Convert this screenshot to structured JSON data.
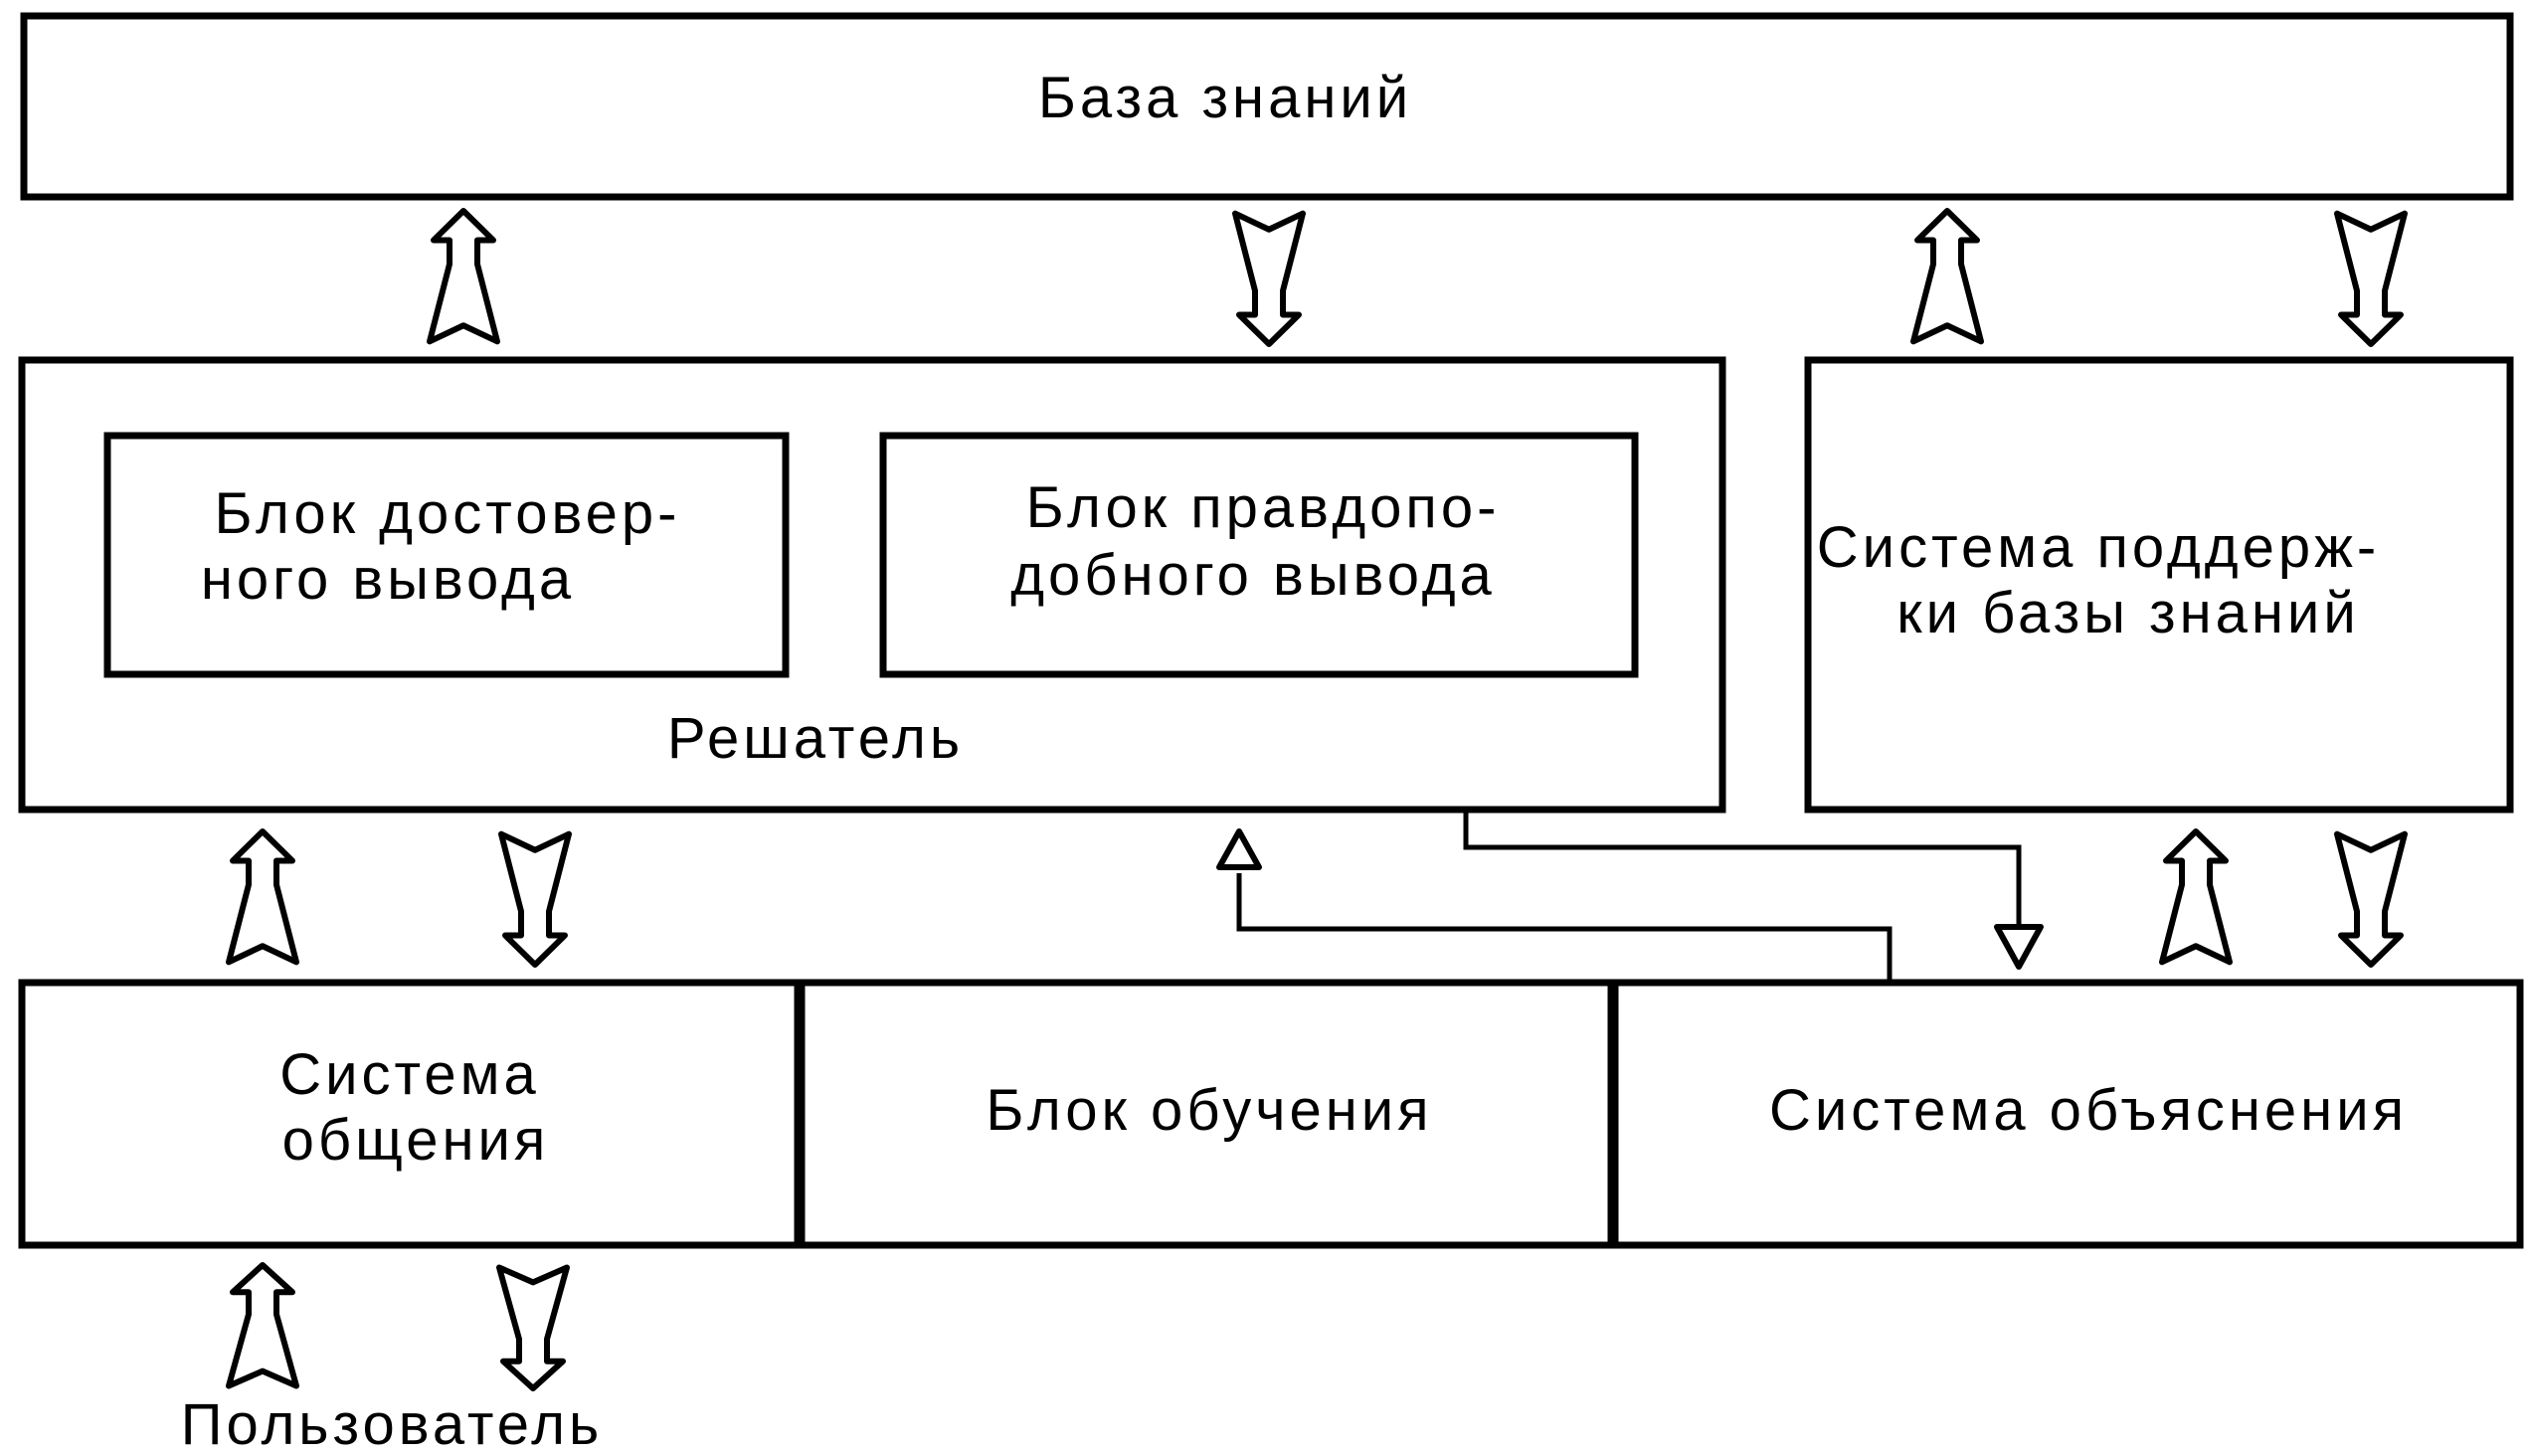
{
  "diagram": {
    "knowledge_base": "База знаний",
    "solver": {
      "label": "Решатель",
      "reliable_block": [
        "Блок достовер-",
        "ного вывода"
      ],
      "plausible_block": [
        "Блок правдопо-",
        "добного вывода"
      ]
    },
    "kb_support": [
      "Система поддерж-",
      "ки базы знаний"
    ],
    "communication": [
      "Система",
      "общения"
    ],
    "learning": "Блок обучения",
    "explanation": "Система объяснения",
    "user": "Пользователь"
  }
}
